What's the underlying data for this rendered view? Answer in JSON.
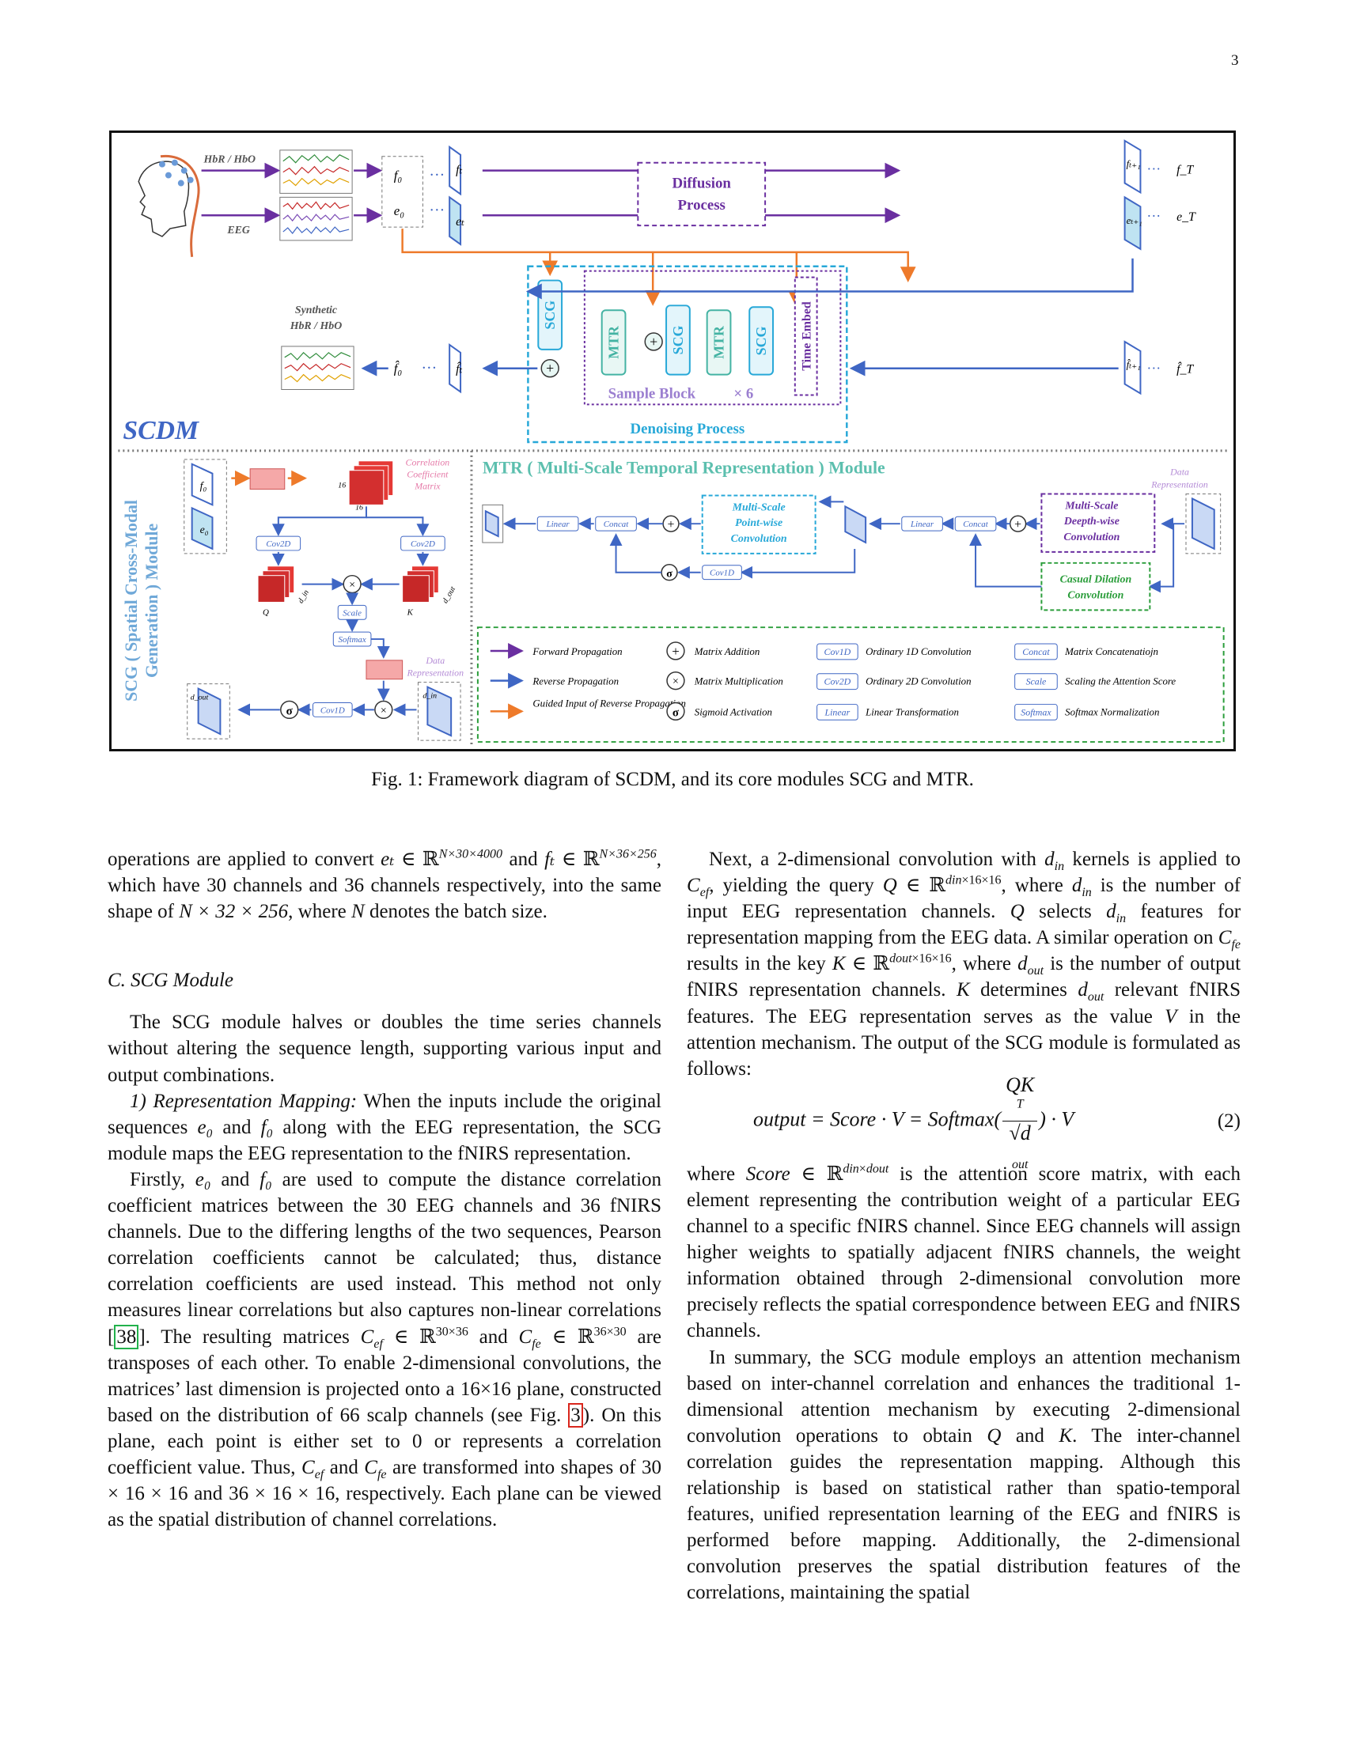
{
  "page_number": "3",
  "figure": {
    "labels": {
      "hbr_hbo": "HbR / HbO",
      "eeg": "EEG",
      "f0": "f₀",
      "e0": "e₀",
      "ft": "fₜ",
      "et": "eₜ",
      "dots": "···",
      "diffusion": "Diffusion",
      "process": "Process",
      "ft1": "fₜ₊₁",
      "et1": "eₜ₊₁",
      "fT": "f_T",
      "eT": "e_T",
      "synthetic": "Synthetic",
      "synthetic2": "HbR / HbO",
      "f0hat": "f̂₀",
      "fthat": "f̂ₜ",
      "ft1hat": "f̂ₜ₊₁",
      "fThat": "f̂_T",
      "scg": "SCG",
      "mtr": "MTR",
      "time_embed": "Time Embed",
      "sample_block": "Sample  Block",
      "times6": "× 6",
      "denoising": "Denoising Process",
      "scdm": "SCDM",
      "scg_title_1": "SCG ( Spatial Cross-Modal",
      "scg_title_2": "Generation ) Module",
      "mtr_title": "MTR ( Multi-Scale Temporal Representation ) Module",
      "correlation_1": "Correlation",
      "correlation_2": "Coefficient",
      "correlation_3": "Matrix",
      "n16": "16",
      "cov2d": "Cov2D",
      "q": "Q",
      "k": "K",
      "din": "d_in",
      "dout": "d_out",
      "scale": "Scale",
      "softmax": "Softmax",
      "data_rep_1": "Data",
      "data_rep_2": "Representation",
      "cov1d": "Cov1D",
      "linear": "Linear",
      "concat": "Concat",
      "msp_1": "Multi-Scale",
      "msp_2": "Point-wise",
      "msp_3": "Convolution",
      "msd_1": "Multi-Scale",
      "msd_2": "Deepth-wise",
      "msd_3": "Convolution",
      "cdc_1": "Casual Dilation",
      "cdc_2": "Convolution",
      "sigma": "σ"
    },
    "legend": [
      {
        "label": "Forward Propagation"
      },
      {
        "label": "Reverse Propagation"
      },
      {
        "label": "Guided  Input of Reverse Propagation"
      },
      {
        "label": "Matrix Addition"
      },
      {
        "label": "Matrix Multiplication"
      },
      {
        "label": "Sigmoid Activation"
      },
      {
        "key": "Cov1D",
        "label": "Ordinary 1D Convolution"
      },
      {
        "key": "Cov2D",
        "label": "Ordinary 2D Convolution"
      },
      {
        "key": "Linear",
        "label": "Linear Transformation"
      },
      {
        "key": "Concat",
        "label": "Matrix Concatenatiojn"
      },
      {
        "key": "Scale",
        "label": "Scaling the Attention Score"
      },
      {
        "key": "Softmax",
        "label": "Softmax Normalization"
      }
    ],
    "colors": {
      "purple": "#6a2fa0",
      "blue": "#3f66c4",
      "orange": "#ee7a2a",
      "teal": "#44b3a3",
      "cyan": "#27a8d8",
      "red": "#d81c1c",
      "green_border": "#2a9d3a"
    }
  },
  "caption": "Fig. 1: Framework diagram of SCDM, and its core modules SCG and MTR.",
  "left_column": {
    "p1_a": "operations are applied to convert",
    "p1_b": "and",
    "p1_c": ", which have 30 channels and 36 channels respectively, into the same shape of",
    "p1_d": ", where",
    "p1_e": "denotes the batch size.",
    "section": "C.  SCG Module",
    "p2": "The SCG module halves or doubles the time series channels without altering the sequence length, supporting various input and output combinations.",
    "p3_head": "1) Representation Mapping:",
    "p3_a": " When the inputs include the original sequences",
    "p3_b": "and",
    "p3_c": "along with the EEG representation, the SCG module maps the EEG representation to the fNIRS representation.",
    "p4_a": "Firstly,",
    "p4_b": "and",
    "p4_c": "are used to compute the distance correlation coefficient matrices between the 30 EEG channels and 36 fNIRS channels. Due to the differing lengths of the two sequences, Pearson correlation coefficients cannot be calculated; thus, distance correlation coefficients are used instead. This method not only measures linear correlations but also captures non-linear correlations [",
    "cite_38": "38",
    "p4_d": "]. The resulting matrices",
    "p4_e": "and",
    "p4_f": "are transposes of each other. To enable 2-dimensional convolutions, the matrices’ last dimension is projected onto a",
    "p4_g": "plane, constructed based on the distribution of 66 scalp channels (see Fig. ",
    "cite_3": "3",
    "p4_h": "). On this plane, each point is either set to",
    "p4_i": "or represents a correlation coefficient value. Thus,",
    "p4_j": "and",
    "p4_k": "are transformed into shapes of",
    "p4_l": "and",
    "p4_m": ", respectively. Each plane can be viewed as the spatial distribution of channel correlations."
  },
  "right_column": {
    "p1_a": "Next, a 2-dimensional convolution with",
    "p1_b": "kernels is applied to",
    "p1_c": ", yielding the query",
    "p1_d": ", where",
    "p1_e": "is the number of input EEG representation channels.",
    "p1_f": "selects",
    "p1_g": "features for representation mapping from the EEG data. A similar operation on",
    "p1_h": "results in the key",
    "p1_i": ", where",
    "p1_j": "is the number of output fNIRS representation channels.",
    "p1_k": "determines",
    "p1_l": "relevant fNIRS features. The EEG representation serves as the value",
    "p1_m": "in the attention mechanism. The output of the SCG module is formulated as follows:",
    "eq_lhs": "output = Score · V = Softmax(",
    "eq_num": "QK",
    "eq_num_sup": "T",
    "eq_den": "√d",
    "eq_den_sub": "out",
    "eq_rhs": ") · V",
    "eq_number": "(2)",
    "p2_a": "where",
    "p2_b": "is the attention score matrix, with each element representing the contribution weight of a particular EEG channel to a specific fNIRS channel. Since EEG channels will assign higher weights to spatially adjacent fNIRS channels, the weight information obtained through 2-dimensional convolution more precisely reflects the spatial correspondence between EEG and fNIRS channels.",
    "p3_a": "In summary, the SCG module employs an attention mechanism based on inter-channel correlation and enhances the traditional 1-dimensional attention mechanism by executing 2-dimensional convolution operations to obtain",
    "p3_b": "and",
    "p3_c": ". The inter-channel correlation guides the representation mapping. Although this relationship is based on statistical rather than spatio-temporal features, unified representation learning of the EEG and fNIRS is performed before mapping. Additionally, the 2-dimensional convolution preserves the spatial distribution features of the correlations, maintaining the spatial"
  },
  "math": {
    "e_t": "eₜ",
    "in": "∈",
    "R": "ℝ",
    "N30x4000": "N×30×4000",
    "f_t": "fₜ",
    "N36x256": "N×36×256",
    "shape": "N × 32 × 256",
    "N": "N",
    "e0": "e₀",
    "f0": "f₀",
    "Cef": "C",
    "Cef_sub": "ef",
    "Cfe_sub": "fe",
    "r30x36": "30×36",
    "r36x30": "36×30",
    "plane": "16×16",
    "zero": "0",
    "shape_e": "30 × 16 × 16",
    "shape_f": "36 × 16 × 16",
    "d": "d",
    "in_sub": "in",
    "out_sub": "out",
    "Q": "Q",
    "K": "K",
    "V": "V",
    "din16": "×16×16",
    "Score": "Score",
    "dinxdout_sup": "×"
  }
}
